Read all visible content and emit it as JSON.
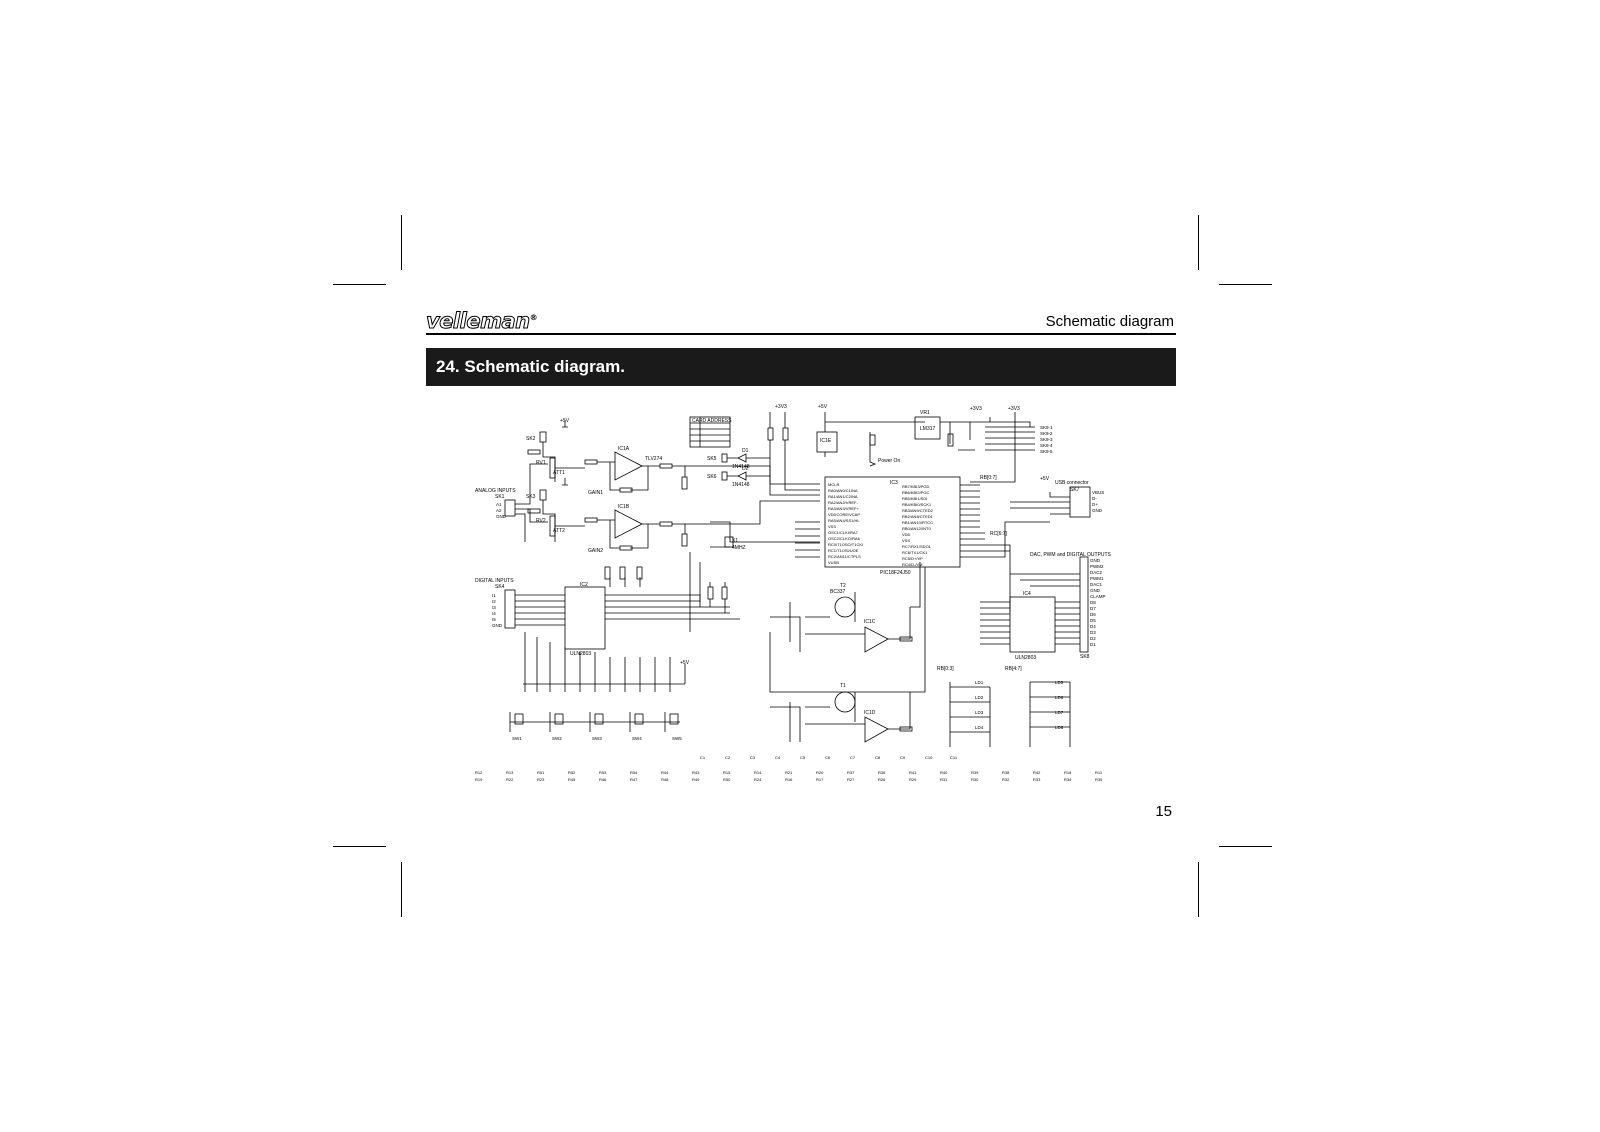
{
  "header": {
    "brand": "velleman",
    "brand_mark": "®",
    "section_name": "Schematic diagram"
  },
  "section": {
    "title": "24.  Schematic diagram."
  },
  "schematic": {
    "labels": {
      "analog_inputs": "ANALOG INPUTS",
      "digital_inputs": "DIGITAL INPUTS",
      "usb_connector": "USB connector",
      "dac_outputs": "DAC, PWM and DIGITAL OUTPUTS",
      "power_on": "Power On",
      "card_address": "CARD ADDRESS",
      "mcu": "PIC18F24J50",
      "ic3": "IC3",
      "ic2": "IC2",
      "ic4": "IC4",
      "uln_a": "ULN2803",
      "uln_b": "ULN2803",
      "opamp": "TLV274",
      "vr1": "VR1",
      "lm317": "LM317",
      "ic1e": "IC1E",
      "ic1a": "IC1A",
      "ic1b": "IC1B",
      "ic1c": "IC1C",
      "ic1d": "IC1D",
      "t1": "T1",
      "t2": "T2",
      "bc337": "BC337",
      "sk1": "SK1",
      "sk4": "SK4",
      "sk7": "SK7",
      "sk8": "SK8",
      "x1": "X1",
      "xtal": "4MHZ",
      "rb_bus": "RB[0:7]",
      "rc_bus": "RC[6:7]",
      "rb_low": "RB[0:3]",
      "rb_high": "RB[4:7]"
    },
    "rails": {
      "v5": "+5V",
      "v3": "+3V3"
    },
    "sk9": [
      "SK9-1",
      "SK9-2",
      "SK9-3",
      "SK9-4",
      "SK9-5"
    ],
    "analog_pins": [
      "A1",
      "A2",
      "GND"
    ],
    "digital_pins": [
      "I1",
      "I2",
      "I3",
      "I4",
      "I5",
      "GND"
    ],
    "usb_pins": [
      "VBUS",
      "D-",
      "D+",
      "GND"
    ],
    "outputs": [
      "GND",
      "PWM2",
      "DAC2",
      "PWM1",
      "DAC1",
      "GND",
      "CLAMP",
      "D8",
      "D7",
      "D6",
      "D5",
      "D4",
      "D3",
      "D2",
      "D1"
    ],
    "pic_left": [
      "MCLR",
      "RA0/AN0/C1INA",
      "RA1/AN1/C2INA",
      "RA2/AN2/VREF-",
      "RA3/AN3/VREF+",
      "VDDCORE/VCAP",
      "RA5/AN4/SS1/HL",
      "VSS",
      "OSC1/CLKI/RA7",
      "OSC2/CLKO/RA6",
      "RC0/T1OSO/T1CKI",
      "RC1/T1OSI/UOE",
      "RC2/AN11/CTPLS",
      "VUSB"
    ],
    "pic_right": [
      "RB7/KBI3/PGD",
      "RB6/KBI2/PGC",
      "RB5/KBI1/SDI",
      "RB4/KBI0/SCK1",
      "RB3/AN9/CTED2",
      "RB2/AN8/CTED1",
      "RB1/AN10/RTCC",
      "RB0/AN12/INT0",
      "VDD",
      "VSS",
      "RC7/RX1/SDO1",
      "RC6/TX1/CK1",
      "RC5/D+/VP",
      "RC4/D-/VM"
    ],
    "switches": [
      "SW1",
      "SW2",
      "SW3",
      "SW4",
      "SW5"
    ],
    "leds": [
      "LD1",
      "LD2",
      "LD3",
      "LD4",
      "LD5",
      "LD6",
      "LD7",
      "LD8"
    ],
    "resistors": [
      "R12",
      "R13",
      "R51",
      "R52",
      "R53",
      "R54",
      "R44",
      "R43",
      "R15",
      "R14",
      "R21",
      "R20",
      "R37",
      "R36",
      "R41",
      "R40",
      "R39",
      "R38",
      "R42",
      "R18",
      "R11",
      "R19",
      "R22",
      "R23",
      "R45",
      "R46",
      "R47",
      "R48",
      "R49",
      "R50",
      "R24",
      "R16",
      "R17",
      "R27",
      "R26",
      "R29",
      "R31",
      "R30",
      "R32",
      "R33",
      "R34",
      "R35"
    ],
    "capacitors": [
      "C1",
      "C2",
      "C3",
      "C4",
      "C5",
      "C6",
      "C7",
      "C8",
      "C9",
      "C10",
      "C11"
    ],
    "ic1a_label": "IC1A",
    "ic1b_label": "IC1B",
    "att1": "ATT1",
    "att2": "ATT2",
    "gain1": "GAIN1",
    "gain2": "GAIN2",
    "rv1": "RV1",
    "rv2": "RV2",
    "sk2": "SK2",
    "sk3": "SK3",
    "sk5": "SK5",
    "sk6": "SK6",
    "d1": "D1",
    "d2": "D2",
    "diode": "1N4148"
  },
  "page": {
    "number": "15"
  }
}
